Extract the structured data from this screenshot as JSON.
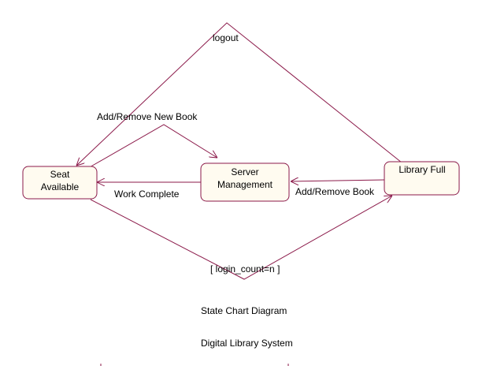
{
  "diagram": {
    "states": {
      "seat_available": {
        "line1": "Seat",
        "line2": "Available"
      },
      "server_management": {
        "line1": "Server",
        "line2": "Management"
      },
      "library_full": {
        "label": "Library Full"
      }
    },
    "transitions": {
      "logout": "logout",
      "add_remove_new_book": "Add/Remove New Book",
      "work_complete": "Work Complete",
      "add_remove_book": "Add/Remove Book",
      "login_count": "[ login_count=n ]"
    },
    "captions": {
      "line1": "State Chart Diagram",
      "line2": "Digital Library System"
    },
    "colors": {
      "stroke": "#8b1a4a",
      "state_fill": "#fffbf0",
      "text": "#000000"
    }
  }
}
